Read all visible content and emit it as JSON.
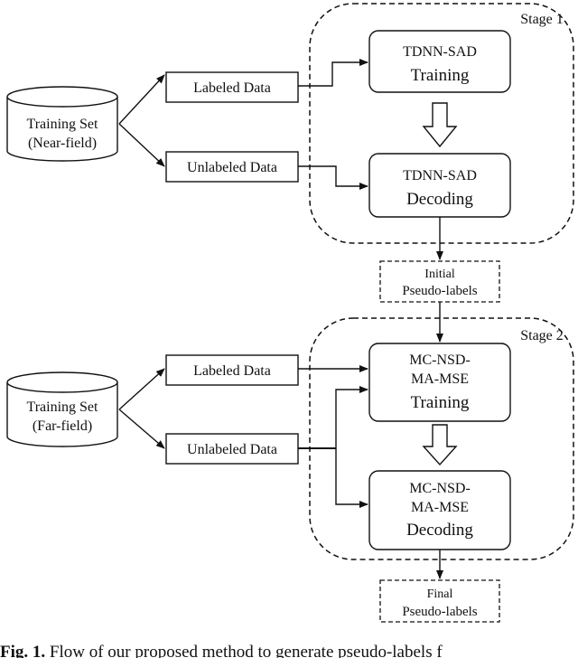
{
  "stage1": {
    "label": "Stage 1"
  },
  "stage2": {
    "label": "Stage 2"
  },
  "training_near": {
    "line1": "Training Set",
    "line2": "(Near-field)"
  },
  "training_far": {
    "line1": "Training Set",
    "line2": "(Far-field)"
  },
  "labeled_1": "Labeled Data",
  "unlabeled_1": "Unlabeled Data",
  "labeled_2": "Labeled Data",
  "unlabeled_2": "Unlabeled Data",
  "tdnn_train": {
    "line1": "TDNN-SAD",
    "line2": "Training"
  },
  "tdnn_decode": {
    "line1": "TDNN-SAD",
    "line2": "Decoding"
  },
  "initial_pl": {
    "line1": "Initial",
    "line2": "Pseudo-labels"
  },
  "mc_train": {
    "line1": "MC-NSD-",
    "line2": "MA-MSE",
    "line3": "Training"
  },
  "mc_decode": {
    "line1": "MC-NSD-",
    "line2": "MA-MSE",
    "line3": "Decoding"
  },
  "final_pl": {
    "line1": "Final",
    "line2": "Pseudo-labels"
  },
  "caption": {
    "prefix": "Fig. 1.",
    "text": "Flow of our proposed method to generate pseudo-labels f"
  }
}
